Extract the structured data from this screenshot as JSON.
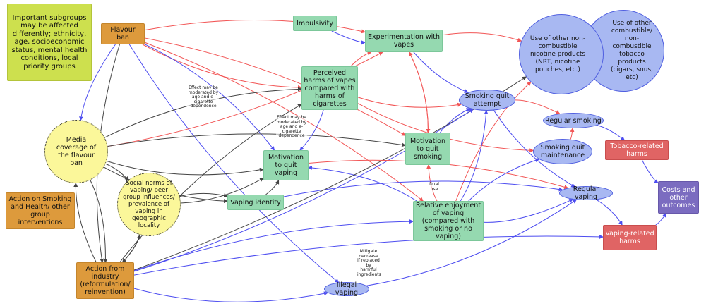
{
  "colors": {
    "positive": "#f25555",
    "negative": "#4d4df0",
    "neutral": "#444444"
  },
  "nodes": {
    "subgroups": "Important subgroups may be affected differently; ethnicity, age, socioeconomic status, mental health conditions, local priority groups",
    "flavour_ban": "Flavour ban",
    "impulsivity": "Impulsivity",
    "experimentation": "Experimentation with vapes",
    "perceived_harms": "Perceived harms of vapes compared with harms of cigarettes",
    "use_non_combustible": "Use of other non-combustible nicotine products (NRT, nicotine pouches, etc.)",
    "use_combustible": "Use of other combustible/ non-combustible tobacco products (cigars, snus, etc)",
    "smoking_quit_attempt": "Smoking quit attempt",
    "regular_smoking": "Regular smoking",
    "smoking_quit_maintenance": "Smoking quit maintenance",
    "tobacco_harms": "Tobacco-related harms",
    "media": "Media coverage of the flavour ban",
    "motivation_quit_vaping": "Motivation to quit vaping",
    "motivation_quit_smoking": "Motivation to quit smoking",
    "social_norms": "Social norms of vaping/ peer group influences/ prevalence of vaping in geographic locality",
    "action_ash": "Action on Smoking and Health/ other group interventions",
    "vaping_identity": "Vaping identity",
    "relative_enjoyment": "Relative enjoyment of vaping (compared with smoking or no vaping)",
    "regular_vaping": "Regular vaping",
    "costs": "Costs and other outcomes",
    "vaping_harms": "Vaping-related harms",
    "action_industry": "Action from industry (reformulation/ reinvention)",
    "illegal_vaping": "Illegal vaping"
  },
  "annotations": {
    "moderated_1": "Effect may be moderated by age and e-cigarette dependence",
    "moderated_2": "Effect may be moderated by age and e-cigarette dependence",
    "dual_use": "Dual use",
    "mitigate": "Mitigate decrease if replaced by harmful ingredients"
  },
  "edges": [
    [
      "flavour_ban",
      "experimentation",
      "positive"
    ],
    [
      "flavour_ban",
      "perceived_harms",
      "positive"
    ],
    [
      "flavour_ban",
      "motivation_quit_smoking",
      "positive"
    ],
    [
      "flavour_ban",
      "media",
      "negative"
    ],
    [
      "flavour_ban",
      "motivation_quit_vaping",
      "negative"
    ],
    [
      "flavour_ban",
      "illegal_vaping",
      "negative"
    ],
    [
      "flavour_ban",
      "relative_enjoyment",
      "positive"
    ],
    [
      "flavour_ban",
      "action_industry",
      "neutral"
    ],
    [
      "media",
      "perceived_harms",
      "neutral"
    ],
    [
      "media",
      "experimentation",
      "positive"
    ],
    [
      "media",
      "motivation_quit_smoking",
      "neutral"
    ],
    [
      "media",
      "motivation_quit_vaping",
      "neutral"
    ],
    [
      "media",
      "social_norms",
      "neutral"
    ],
    [
      "media",
      "vaping_identity",
      "neutral"
    ],
    [
      "media",
      "action_industry",
      "neutral"
    ],
    [
      "impulsivity",
      "experimentation",
      "negative"
    ],
    [
      "experimentation",
      "use_non_combustible",
      "positive"
    ],
    [
      "experimentation",
      "smoking_quit_attempt",
      "negative"
    ],
    [
      "experimentation",
      "motivation_quit_smoking",
      "positive"
    ],
    [
      "motivation_quit_smoking",
      "experimentation",
      "positive"
    ],
    [
      "perceived_harms",
      "experimentation",
      "positive"
    ],
    [
      "perceived_harms",
      "smoking_quit_attempt",
      "positive"
    ],
    [
      "perceived_harms",
      "motivation_quit_vaping",
      "negative"
    ],
    [
      "perceived_harms",
      "smoking_quit_maintenance",
      "positive"
    ],
    [
      "smoking_quit_attempt",
      "regular_smoking",
      "positive"
    ],
    [
      "smoking_quit_attempt",
      "regular_vaping",
      "negative"
    ],
    [
      "motivation_quit_smoking",
      "smoking_quit_attempt",
      "negative"
    ],
    [
      "smoking_quit_maintenance",
      "regular_smoking",
      "positive"
    ],
    [
      "regular_smoking",
      "tobacco_harms",
      "negative"
    ],
    [
      "tobacco_harms",
      "costs",
      "negative"
    ],
    [
      "regular_vaping",
      "vaping_harms",
      "negative"
    ],
    [
      "vaping_harms",
      "costs",
      "negative"
    ],
    [
      "relative_enjoyment",
      "use_non_combustible",
      "positive"
    ],
    [
      "relative_enjoyment",
      "smoking_quit_attempt",
      "negative"
    ],
    [
      "relative_enjoyment",
      "smoking_quit_maintenance",
      "negative"
    ],
    [
      "relative_enjoyment",
      "regular_vaping",
      "negative"
    ],
    [
      "relative_enjoyment",
      "motivation_quit_smoking",
      "positive"
    ],
    [
      "relative_enjoyment",
      "motivation_quit_vaping",
      "negative"
    ],
    [
      "vaping_identity",
      "regular_vaping",
      "negative"
    ],
    [
      "vaping_identity",
      "motivation_quit_vaping",
      "neutral"
    ],
    [
      "social_norms",
      "vaping_identity",
      "neutral"
    ],
    [
      "social_norms",
      "motivation_quit_vaping",
      "neutral"
    ],
    [
      "social_norms",
      "action_industry",
      "neutral"
    ],
    [
      "action_industry",
      "social_norms",
      "neutral"
    ],
    [
      "action_industry",
      "perceived_harms",
      "neutral"
    ],
    [
      "action_industry",
      "use_non_combustible",
      "neutral"
    ],
    [
      "action_industry",
      "relative_enjoyment",
      "negative"
    ],
    [
      "action_industry",
      "illegal_vaping",
      "negative"
    ],
    [
      "action_industry",
      "vaping_harms",
      "negative"
    ],
    [
      "action_industry",
      "smoking_quit_attempt",
      "negative"
    ],
    [
      "action_industry",
      "media",
      "neutral"
    ],
    [
      "illegal_vaping",
      "regular_vaping",
      "negative"
    ],
    [
      "motivation_quit_vaping",
      "regular_vaping",
      "positive"
    ]
  ]
}
